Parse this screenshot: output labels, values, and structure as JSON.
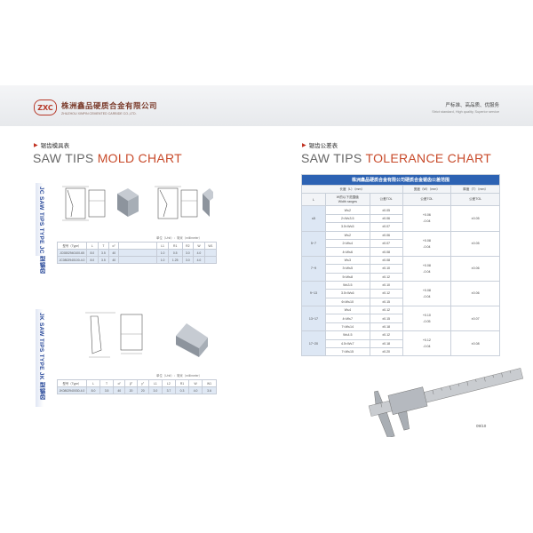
{
  "header": {
    "logo_mark": "ZXC",
    "company_cn": "株洲鑫品硬质合金有限公司",
    "company_en": "ZHUZHOU XINPIN CEMENTED CARBIDE CO.,LTD.",
    "slogan_cn": "严标准、高品质、优服务",
    "slogan_en": "Strict standard, High quality, Superior service"
  },
  "left": {
    "section_cn": "锯齿模具表",
    "title_a": "SAW TIPS ",
    "title_b": "MOLD CHART",
    "jc": {
      "label": "JC SAW TIPS TYPE JC 型锯齿",
      "unit_note": "单位（Unit）：毫米（millimeter）",
      "headers": [
        "型号（Type）",
        "L",
        "T",
        "α°",
        "",
        "L1",
        "R1",
        "R2",
        "W",
        "W1"
      ],
      "rows": [
        [
          "JC0802940100-65",
          "8.0",
          "3.5",
          "40",
          "",
          "1.0",
          "0.5",
          "3.0",
          "4.0",
          ""
        ],
        [
          "JC0802940100-4.0",
          "8.0",
          "3.5",
          "40",
          "",
          "1.0",
          "1.25",
          "3.0",
          "4.0",
          ""
        ]
      ]
    },
    "jk": {
      "label": "JK SAW TIPS TYPE JK 型锯齿",
      "unit_note": "单位（Unit）：毫米（millimeter）",
      "headers": [
        "型号（Type）",
        "L",
        "T",
        "α°",
        "β°",
        "γ°",
        "L1",
        "L2",
        "R1",
        "W",
        "W1"
      ],
      "rows": [
        [
          "JK0802940030-4.0",
          "8.0",
          "3.5",
          "40",
          "20",
          "20",
          "3.0",
          "3.7",
          "0.3",
          "4.0",
          "3.6"
        ]
      ]
    }
  },
  "right": {
    "section_cn": "锯齿公差表",
    "title_a": "SAW TIPS ",
    "title_b": "TOLERANCE CHART",
    "table": {
      "caption": "株洲鑫品硬质合金有限公司硬质合金锯齿公差范围",
      "h_length": "长度（L）（mm）",
      "h_width": "宽度（W）（mm）",
      "h_thick": "厚度（T）（mm）",
      "h_L": "L",
      "h_w_range_cn": "W的以下范围值",
      "h_w_range_en": "Width ranges",
      "h_tol1": "公差TOL",
      "h_tol2": "公差TOL",
      "h_tol3": "公差TOL",
      "groups": [
        {
          "L": "≤5",
          "ranges": [
            "W≤2",
            "2<W≤3.5",
            "3.5<W≤5"
          ],
          "tols": [
            "±0.05",
            "±0.06",
            "±0.07"
          ],
          "wtol": [
            "+0.06",
            "-0.04"
          ],
          "ttol": "±0.05"
        },
        {
          "L": "5~7",
          "ranges": [
            "W≤2",
            "2<W≤4",
            "4<W≤6"
          ],
          "tols": [
            "±0.06",
            "±0.07",
            "±0.08"
          ],
          "wtol": [
            "+0.08",
            "-0.04"
          ],
          "ttol": "±0.05"
        },
        {
          "L": "7~9",
          "ranges": [
            "W≤3",
            "3<W≤5",
            "5<W≤8"
          ],
          "tols": [
            "±0.08",
            "±0.10",
            "±0.12"
          ],
          "wtol": [
            "+0.08",
            "-0.04"
          ],
          "ttol": "±0.06"
        },
        {
          "L": "9~13",
          "ranges": [
            "W≤3.5",
            "3.5<W≤6",
            "6<W≤10"
          ],
          "tols": [
            "±0.10",
            "±0.12",
            "±0.15"
          ],
          "wtol": [
            "+0.08",
            "-0.04"
          ],
          "ttol": "±0.06"
        },
        {
          "L": "13~17",
          "ranges": [
            "W≤4",
            "4<W≤7",
            "7<W≤14"
          ],
          "tols": [
            "±0.12",
            "±0.15",
            "±0.18"
          ],
          "wtol": [
            "+0.10",
            "-0.05"
          ],
          "ttol": "±0.07"
        },
        {
          "L": "17~20",
          "ranges": [
            "W≤4.5",
            "4.5<W≤7",
            "7<W≤15"
          ],
          "tols": [
            "±0.12",
            "±0.18",
            "±0.20"
          ],
          "wtol": [
            "+0.12",
            "-0.04"
          ],
          "ttol": "±0.08"
        }
      ]
    }
  },
  "page_number": "09/10"
}
